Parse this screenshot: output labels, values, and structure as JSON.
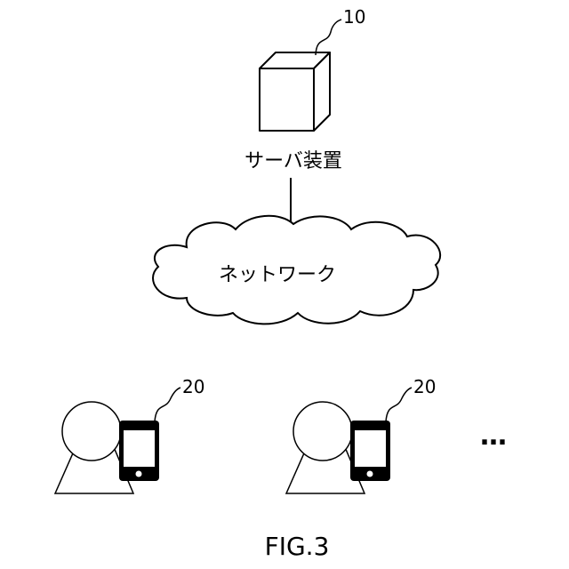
{
  "server": {
    "ref": "10",
    "label": "サーバ装置"
  },
  "network": {
    "label": "ネットワーク"
  },
  "terminals": [
    {
      "ref": "20"
    },
    {
      "ref": "20"
    }
  ],
  "ellipsis": "…",
  "caption": "FIG.3"
}
